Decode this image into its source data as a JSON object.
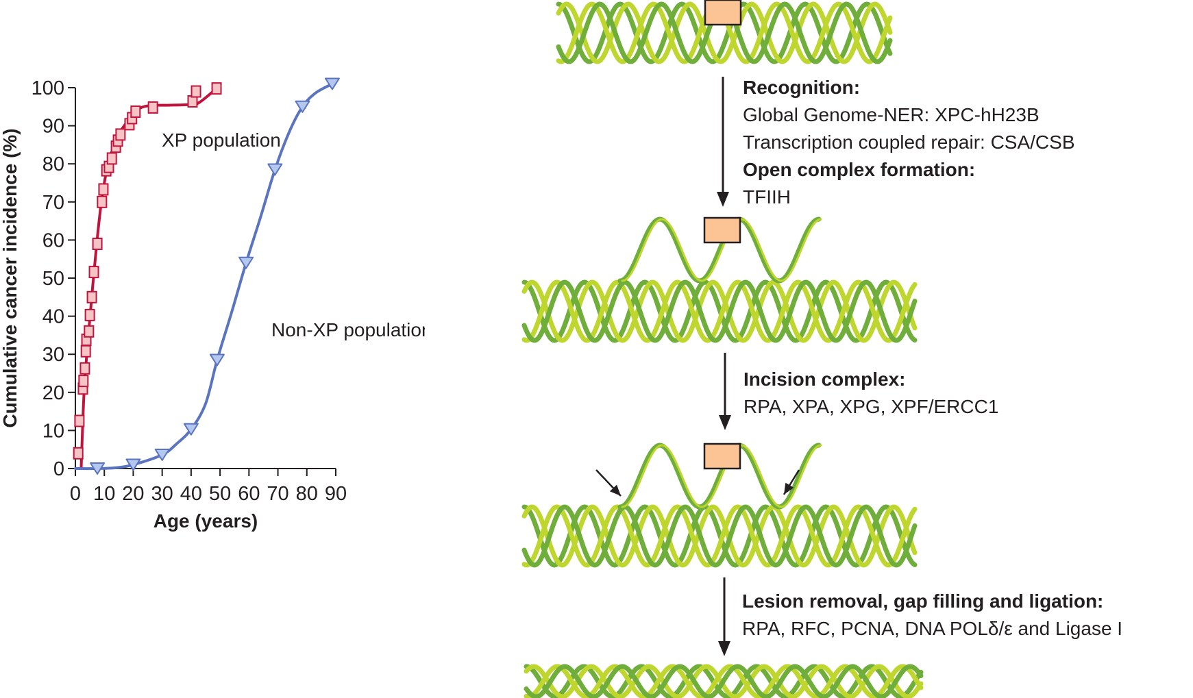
{
  "chart_data": {
    "type": "line",
    "title": "",
    "xlabel": "Age (years)",
    "ylabel": "Cumulative cancer incidence (%)",
    "xlim": [
      0,
      90
    ],
    "ylim": [
      0,
      100
    ],
    "xticks": [
      0,
      10,
      20,
      30,
      40,
      50,
      60,
      70,
      80,
      90
    ],
    "yticks": [
      0,
      10,
      20,
      30,
      40,
      50,
      60,
      70,
      80,
      90,
      100
    ],
    "grid": false,
    "series": [
      {
        "name": "XP population",
        "color": "#c0143c",
        "marker": "square",
        "marker_fill": "#f7c4c6",
        "points": [
          [
            1.0,
            4
          ],
          [
            1.4,
            12.5
          ],
          [
            2.6,
            21
          ],
          [
            2.8,
            23
          ],
          [
            3.3,
            26.3
          ],
          [
            3.6,
            30.8
          ],
          [
            3.8,
            33.8
          ],
          [
            4.7,
            36
          ],
          [
            5.0,
            40.3
          ],
          [
            5.7,
            45
          ],
          [
            6.4,
            51.6
          ],
          [
            7.6,
            59
          ],
          [
            9.2,
            70
          ],
          [
            9.7,
            73.3
          ],
          [
            10.7,
            78.3
          ],
          [
            11.6,
            79.2
          ],
          [
            12.6,
            81.4
          ],
          [
            14.0,
            84.5
          ],
          [
            14.7,
            86.1
          ],
          [
            15.6,
            87.7
          ],
          [
            18.7,
            90.4
          ],
          [
            19.6,
            92
          ],
          [
            20.8,
            93.7
          ],
          [
            26.8,
            94.8
          ],
          [
            40.5,
            96.4
          ],
          [
            41.7,
            99
          ],
          [
            48.8,
            99.8
          ]
        ],
        "curve": [
          [
            2,
            0
          ],
          [
            3,
            20
          ],
          [
            4.5,
            35
          ],
          [
            6,
            48
          ],
          [
            7.5,
            60
          ],
          [
            9,
            70
          ],
          [
            11,
            79
          ],
          [
            13,
            84
          ],
          [
            16,
            89
          ],
          [
            19,
            92
          ],
          [
            22,
            94.5
          ],
          [
            26,
            95.3
          ],
          [
            32,
            95.4
          ],
          [
            40,
            95.6
          ],
          [
            43,
            96.2
          ],
          [
            48.8,
            99.8
          ]
        ]
      },
      {
        "name": "Non-XP population",
        "color": "#5b74c0",
        "marker": "triangle-down",
        "marker_fill": "#b4c8ef",
        "points": [
          [
            7.6,
            0
          ],
          [
            20,
            1
          ],
          [
            30,
            3.6
          ],
          [
            40,
            10.3
          ],
          [
            49,
            28.5
          ],
          [
            59,
            54
          ],
          [
            69,
            78.5
          ],
          [
            78.5,
            95
          ],
          [
            88.8,
            101
          ]
        ],
        "curve": [
          [
            0,
            0
          ],
          [
            7.6,
            0
          ],
          [
            14,
            0.2
          ],
          [
            20,
            1
          ],
          [
            30,
            3.6
          ],
          [
            35,
            6.5
          ],
          [
            40,
            10.3
          ],
          [
            45,
            17
          ],
          [
            49,
            28.5
          ],
          [
            54,
            41
          ],
          [
            59,
            54
          ],
          [
            64,
            66
          ],
          [
            69,
            78.5
          ],
          [
            74,
            88.5
          ],
          [
            78.5,
            95
          ],
          [
            83,
            98.6
          ],
          [
            88.8,
            101
          ]
        ]
      }
    ],
    "annotations": [
      {
        "text": "XP population",
        "series": "XP population"
      },
      {
        "text": "Non-XP population",
        "series": "Non-XP population"
      }
    ]
  },
  "diagram": {
    "colors": {
      "strand_dark": "#6fae3a",
      "strand_light": "#bfd62f",
      "lesion_fill": "#fcc494",
      "lesion_stroke": "#231f20",
      "arrow": "#231f20"
    },
    "steps": [
      {
        "lines": [
          {
            "text": "Recognition:",
            "bold": true
          },
          {
            "text": "Global Genome-NER: XPC-hH23B",
            "bold": false
          },
          {
            "text": "Transcription coupled repair: CSA/CSB",
            "bold": false
          },
          {
            "text": "Open complex formation:",
            "bold": true
          },
          {
            "text": "TFIIH",
            "bold": false
          }
        ]
      },
      {
        "lines": [
          {
            "text": "Incision complex:",
            "bold": true
          },
          {
            "text": "RPA, XPA, XPG, XPF/ERCC1",
            "bold": false
          }
        ]
      },
      {
        "lines": [
          {
            "text": "Lesion removal, gap filling and ligation:",
            "bold": true
          },
          {
            "text": "RPA, RFC, PCNA, DNA POLδ/ε and Ligase I",
            "bold": false
          }
        ]
      }
    ],
    "stages": [
      {
        "name": "damaged-dna",
        "has_lesion": true,
        "open_bubble": false,
        "incision_arrows": false
      },
      {
        "name": "open-complex",
        "has_lesion": true,
        "open_bubble": true,
        "incision_arrows": false
      },
      {
        "name": "incision",
        "has_lesion": true,
        "open_bubble": true,
        "incision_arrows": true
      },
      {
        "name": "repaired-dna",
        "has_lesion": false,
        "open_bubble": false,
        "incision_arrows": false
      }
    ]
  }
}
